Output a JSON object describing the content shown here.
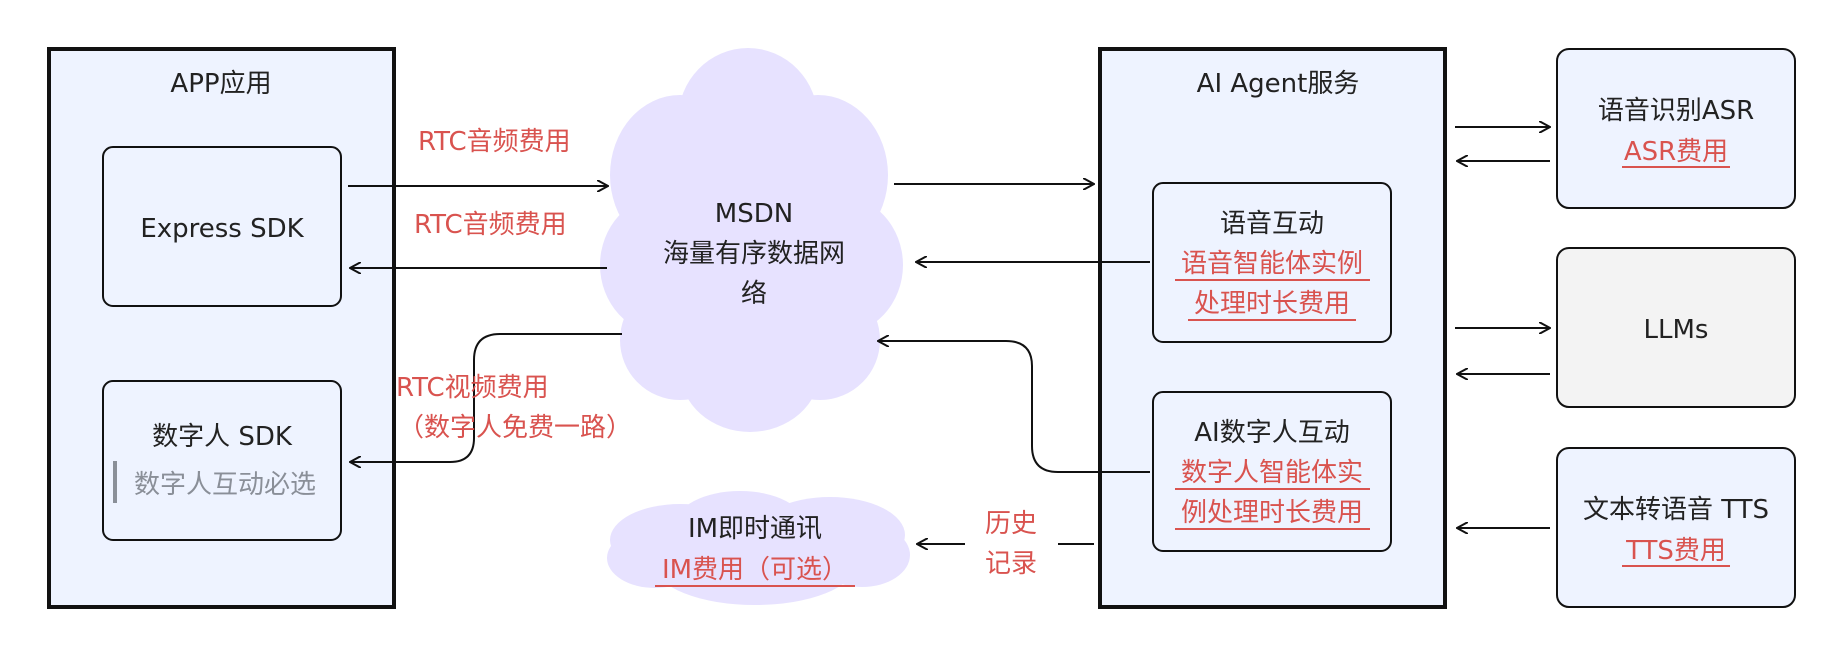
{
  "colors": {
    "box_fill": "#eef3ff",
    "cloud_fill": "#e7e2ff",
    "accent_red": "#d9534f",
    "llm_fill": "#f3f3f3"
  },
  "app": {
    "title": "APP应用",
    "express_sdk": "Express SDK",
    "digital_human_sdk": "数字人 SDK",
    "digital_human_note": "数字人互动必选"
  },
  "msdn": {
    "line1": "MSDN",
    "line2": "海量有序数据网",
    "line3": "络"
  },
  "im": {
    "title": "IM即时通讯",
    "fee": "IM费用（可选）"
  },
  "agent": {
    "title": "AI Agent服务",
    "voice": {
      "title": "语音互动",
      "fee_line1": "语音智能体实例",
      "fee_line2": "处理时长费用"
    },
    "digital": {
      "title": "AI数字人互动",
      "fee_line1": "数字人智能体实",
      "fee_line2": "例处理时长费用"
    }
  },
  "services": {
    "asr": {
      "title": "语音识别ASR",
      "fee": "ASR费用"
    },
    "llm": {
      "title": "LLMs"
    },
    "tts": {
      "title": "文本转语音  TTS",
      "fee": "TTS费用"
    }
  },
  "labels": {
    "rtc_audio_up": "RTC音频费用",
    "rtc_audio_down": "RTC音频费用",
    "rtc_video_line1": "RTC视频费用",
    "rtc_video_line2": "（数字人免费一路）",
    "history_line1": "历史",
    "history_line2": "记录"
  }
}
